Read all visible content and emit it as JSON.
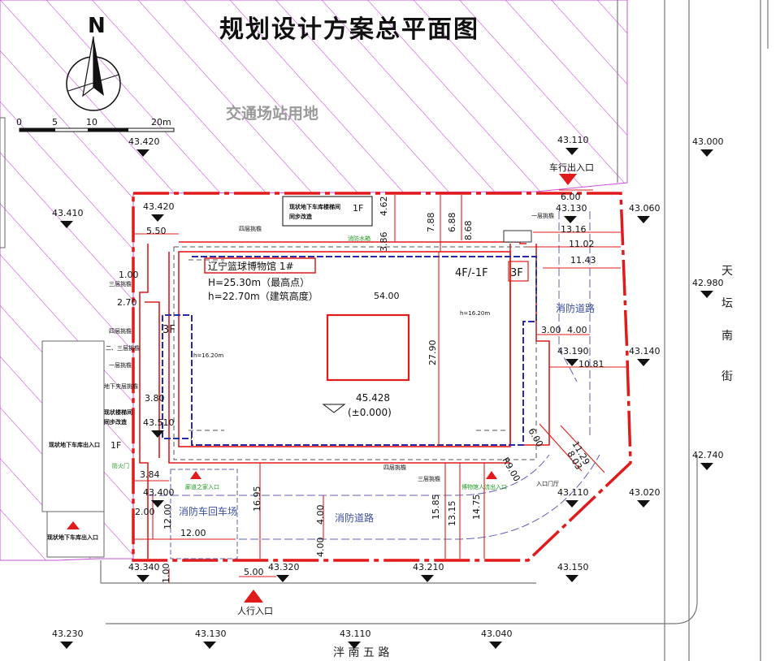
{
  "title": "规划设计方案总平面图",
  "north": "N",
  "scale": {
    "labels": [
      "0",
      "5",
      "10",
      "20m"
    ]
  },
  "zone_label": "交通场站用地",
  "streets": {
    "right": [
      "天",
      "坛",
      "南",
      "街"
    ],
    "bottom": "泮 南 五 路"
  },
  "building": {
    "name": "辽宁篮球博物馆  1#",
    "height_peak": "H=25.30m（最高点）",
    "height_building": "h=22.70m（建筑高度）",
    "floors_main": "4F/-1F",
    "floors_3f": "3F",
    "floors_left": "3F",
    "ground_elevation": "45.428",
    "ground_zero": "(±0.000)",
    "h_inner_a": "h=16.20m",
    "h_inner_b": "h=16.20m"
  },
  "existing_stair": {
    "line1": "现状地下车库楼梯间",
    "line2": "同步改造",
    "floor": "1F"
  },
  "existing_stair_left": {
    "line1": "现状楼梯间",
    "line2": "同步改造"
  },
  "existing_garage_exit": {
    "label": "现状地下车库出入口",
    "floor": "1F"
  },
  "existing_garage_exit_bottom": "现状地下车库出入口",
  "entrances": {
    "vehicle": "车行出入口",
    "pedestrian": "人行入口",
    "museum_pedestrian": "博物馆人流出入口",
    "corridor_entrance": "廊道之家入口",
    "side_entrance": "入口门厅"
  },
  "fire": {
    "road_top": "消防道路",
    "road_bottom": "消防道路",
    "turnaround": "消防车回车场"
  },
  "floor_labels": {
    "f4_eave": "四层挑檐",
    "f3_eave": "三层挑檐",
    "f4_eave_left": "四层挑檐",
    "f23_eave": "二、三层挑檐",
    "f1_eave": "一层挑檐",
    "b1_eave": "地下夹层挑檐",
    "f4_eave_bottom": "四层挑檐",
    "f3_eave_bottom": "三层挑檐",
    "f1_eave_right": "一层挑檐",
    "green_small": "消防水箱",
    "green_door": "防火门"
  },
  "elevations": [
    "43.420",
    "43.110",
    "43.000",
    "43.410",
    "43.420",
    "43.130",
    "43.060",
    "42.980",
    "43.190",
    "43.140",
    "43.510",
    "42.740",
    "43.400",
    "43.110",
    "43.020",
    "43.340",
    "43.320",
    "43.210",
    "43.150",
    "43.230",
    "43.130",
    "43.110",
    "43.040"
  ],
  "dimensions": [
    "6.00",
    "4.62",
    "7.88",
    "6.88",
    "8.68",
    "3.86",
    "13.16",
    "11.02",
    "11.43",
    "5.50",
    "54.00",
    "27.90",
    "1.00",
    "2.70",
    "3.00",
    "4.00",
    "10.81",
    "3.80",
    "11.29",
    "8.03",
    "6.00",
    "R9.00",
    "3.84",
    "2.00",
    "12.00",
    "12.00",
    "16.95",
    "4.00",
    "4.00",
    "15.85",
    "13.15",
    "14.75",
    "1.00",
    "5.00"
  ],
  "colors": {
    "redline": "#e11b1b",
    "blue": "#2a2aa8",
    "hatch": "#c850d8",
    "green": "#22aa22",
    "gray": "#8a8a8a"
  }
}
